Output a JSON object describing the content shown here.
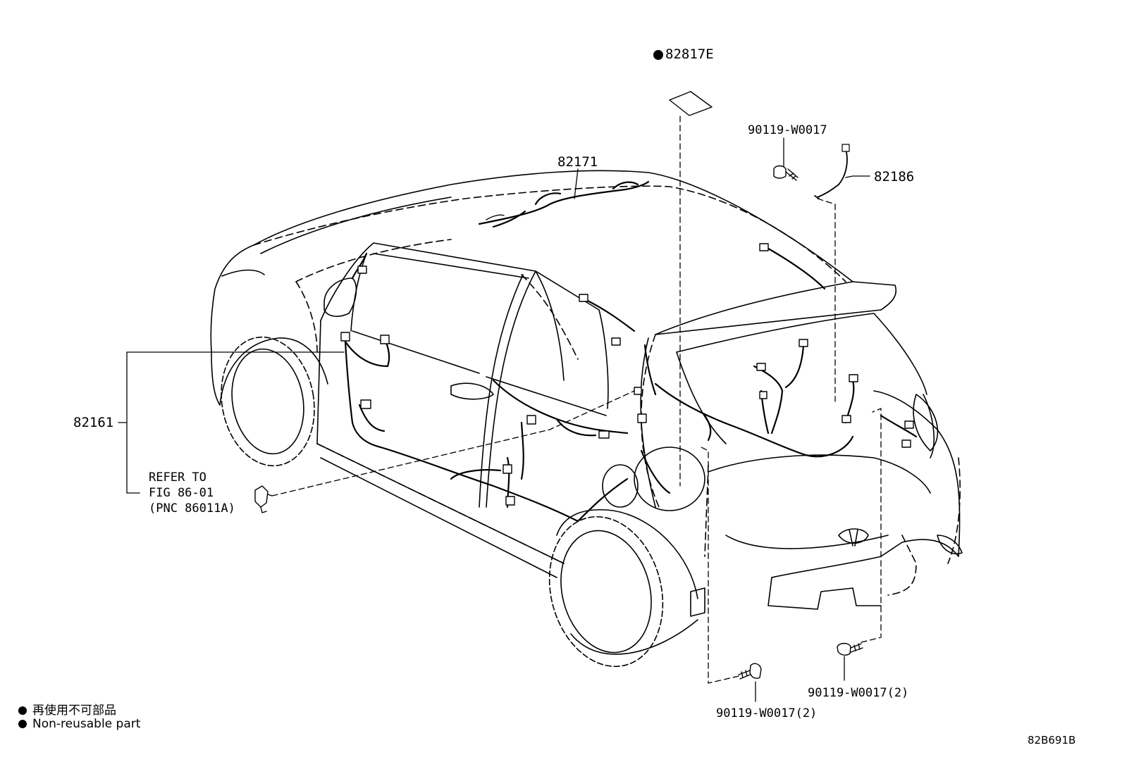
{
  "parts": {
    "p82817E": "82817E",
    "p82171": "82171",
    "p90119_top": "90119-W0017",
    "p82186": "82186",
    "p82161": "82161",
    "p90119_br": "90119-W0017(2)",
    "p90119_bm": "90119-W0017(2)"
  },
  "refer": {
    "line1": "REFER TO",
    "line2": "FIG 86-01",
    "line3": "(PNC 86011A)"
  },
  "legend": {
    "jp": "再使用不可部品",
    "en": "Non-reusable part"
  },
  "figure_code": "82B691B"
}
